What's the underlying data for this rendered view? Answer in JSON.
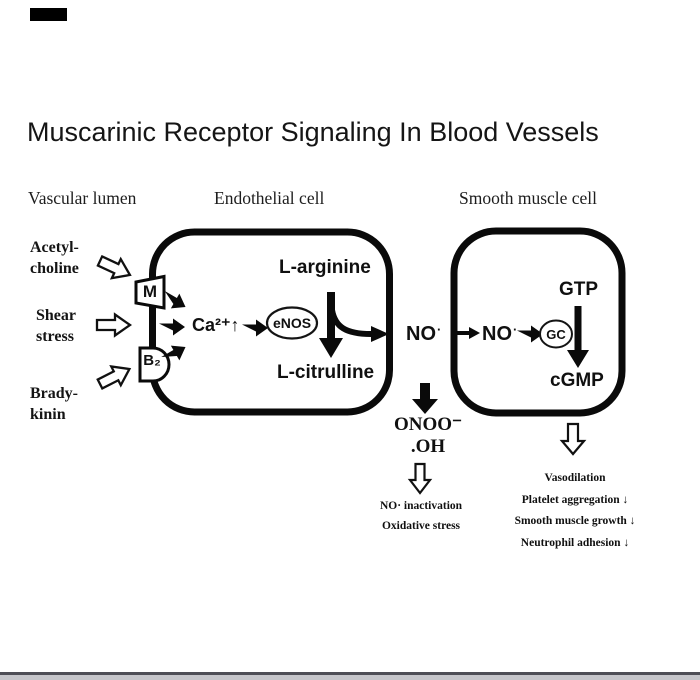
{
  "title": "Muscarinic Receptor Signaling In Blood Vessels",
  "headers": {
    "vascular_lumen": "Vascular lumen",
    "endothelial_cell": "Endothelial cell",
    "smooth_muscle_cell": "Smooth muscle cell"
  },
  "stimuli": {
    "acetylcholine": "Acetyl-\ncholine",
    "shear_stress": "Shear\nstress",
    "bradykinin": "Brady-\nkinin"
  },
  "receptors": {
    "m": "M",
    "b2": "B₂"
  },
  "endothelial": {
    "l_arginine": "L-arginine",
    "ca_rise": "Ca²⁺↑",
    "enos": "eNOS",
    "l_citrulline": "L-citrulline"
  },
  "nitric_oxide": {
    "free_base": "NO",
    "free_dot": "·",
    "inner_base": "NO",
    "inner_dot": "·"
  },
  "smooth_muscle": {
    "gtp": "GTP",
    "gc": "GC",
    "cgmp": "cGMP"
  },
  "reactive_species": {
    "onoo": "ONOO⁻",
    "oh": ".OH",
    "no_inactivation": "NO· inactivation",
    "oxidative_stress": "Oxidative stress"
  },
  "outcomes": [
    "Vasodilation",
    "Platelet aggregation ↓",
    "Smooth muscle growth ↓",
    "Neutrophil adhesion ↓"
  ],
  "colors": {
    "ink": "#111111",
    "background": "#ffffff",
    "footer_line": "#4e4e56",
    "footer_bar": "#c5c5ca"
  }
}
